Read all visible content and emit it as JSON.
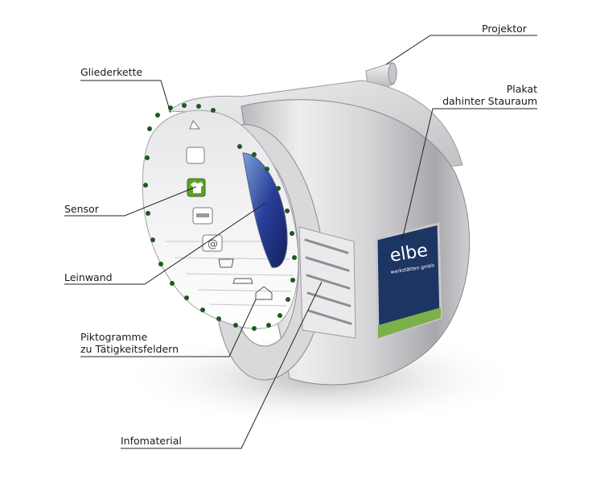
{
  "labels": {
    "projektor": "Projektor",
    "plakat_line1": "Plakat",
    "plakat_line2": "dahinter Stauraum",
    "gliederkette": "Gliederkette",
    "sensor": "Sensor",
    "leinwand": "Leinwand",
    "piktogramme_line1": "Piktogramme",
    "piktogramme_line2": "zu Tätigkeitsfeldern",
    "infomaterial": "Infomaterial"
  },
  "poster": {
    "logo_text": "elbe",
    "company": "werkstätten gmbh"
  },
  "colors": {
    "sensor_green": "#5fa028",
    "chain_dot": "#1d5a1d",
    "poster_blue": "#1d3563",
    "shadow": "#c9c9cc"
  }
}
